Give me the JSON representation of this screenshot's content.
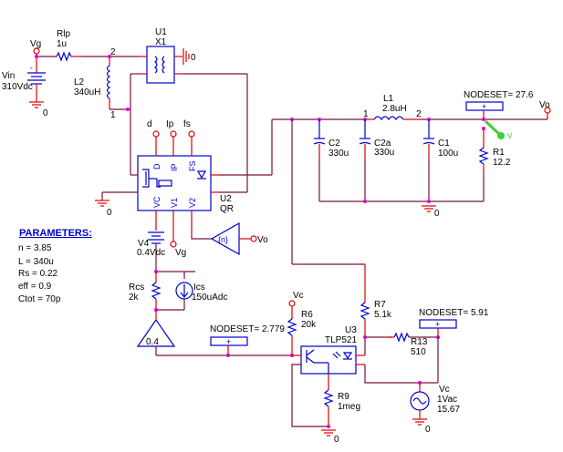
{
  "schematic": {
    "nodes": {
      "vg_top": "Vg",
      "node2": "2",
      "node1": "1",
      "d": "d",
      "ip": "Ip",
      "fs": "fs",
      "l1_n1": "1",
      "l1_n2": "2",
      "vo_out": "Vo",
      "vg_bottom": "Vg",
      "vo_gain": "Vo",
      "vc_r6": "Vc",
      "gnd": "0"
    },
    "components": {
      "rlp": {
        "name": "Rlp",
        "value": "1u"
      },
      "l2": {
        "name": "L2",
        "value": "340uH"
      },
      "vin": {
        "name": "Vin",
        "value": "310Vdc"
      },
      "u1": {
        "name": "U1",
        "value": "X1"
      },
      "u2": {
        "name": "U2",
        "value": "QR",
        "pins": {
          "d": "D",
          "ip": "IP",
          "fs": "FS",
          "vc": "VC",
          "v1": "V1",
          "v2": "V2"
        }
      },
      "l1": {
        "name": "L1",
        "value": "2.8uH"
      },
      "c2": {
        "name": "C2",
        "value": "330u"
      },
      "c2a": {
        "name": "C2a",
        "value": "330u"
      },
      "c1": {
        "name": "C1",
        "value": "100u"
      },
      "r1": {
        "name": "R1",
        "value": "12.2"
      },
      "v4": {
        "name": "V4",
        "value": "0.4Vdc"
      },
      "gain_n": {
        "label": "{n}"
      },
      "rcs": {
        "name": "Rcs",
        "value": "2k"
      },
      "ics": {
        "name": "Ics",
        "value": "150uAdc"
      },
      "gain_04": {
        "label": "0.4"
      },
      "r6": {
        "name": "R6",
        "value": "20k"
      },
      "r7": {
        "name": "R7",
        "value": "5.1k"
      },
      "r13": {
        "name": "R13",
        "value": "510"
      },
      "u3": {
        "name": "U3",
        "value": "TLP521"
      },
      "r9": {
        "name": "R9",
        "value": "1meg"
      },
      "vc_src": {
        "name": "Vc",
        "ac": "1Vac",
        "dc": "15.67"
      }
    },
    "nodesets": [
      {
        "label": "NODESET=",
        "value": "27.6"
      },
      {
        "label": "NODESET=",
        "value": "2.779"
      },
      {
        "label": "NODESET=",
        "value": "5.91"
      }
    ],
    "probe": {
      "label": "V"
    },
    "parameters": {
      "title": "PARAMETERS:",
      "items": [
        "n = 3.85",
        "L = 340u",
        "Rs = 0.22",
        "eff = 0.9",
        "Ctot = 70p"
      ]
    }
  }
}
